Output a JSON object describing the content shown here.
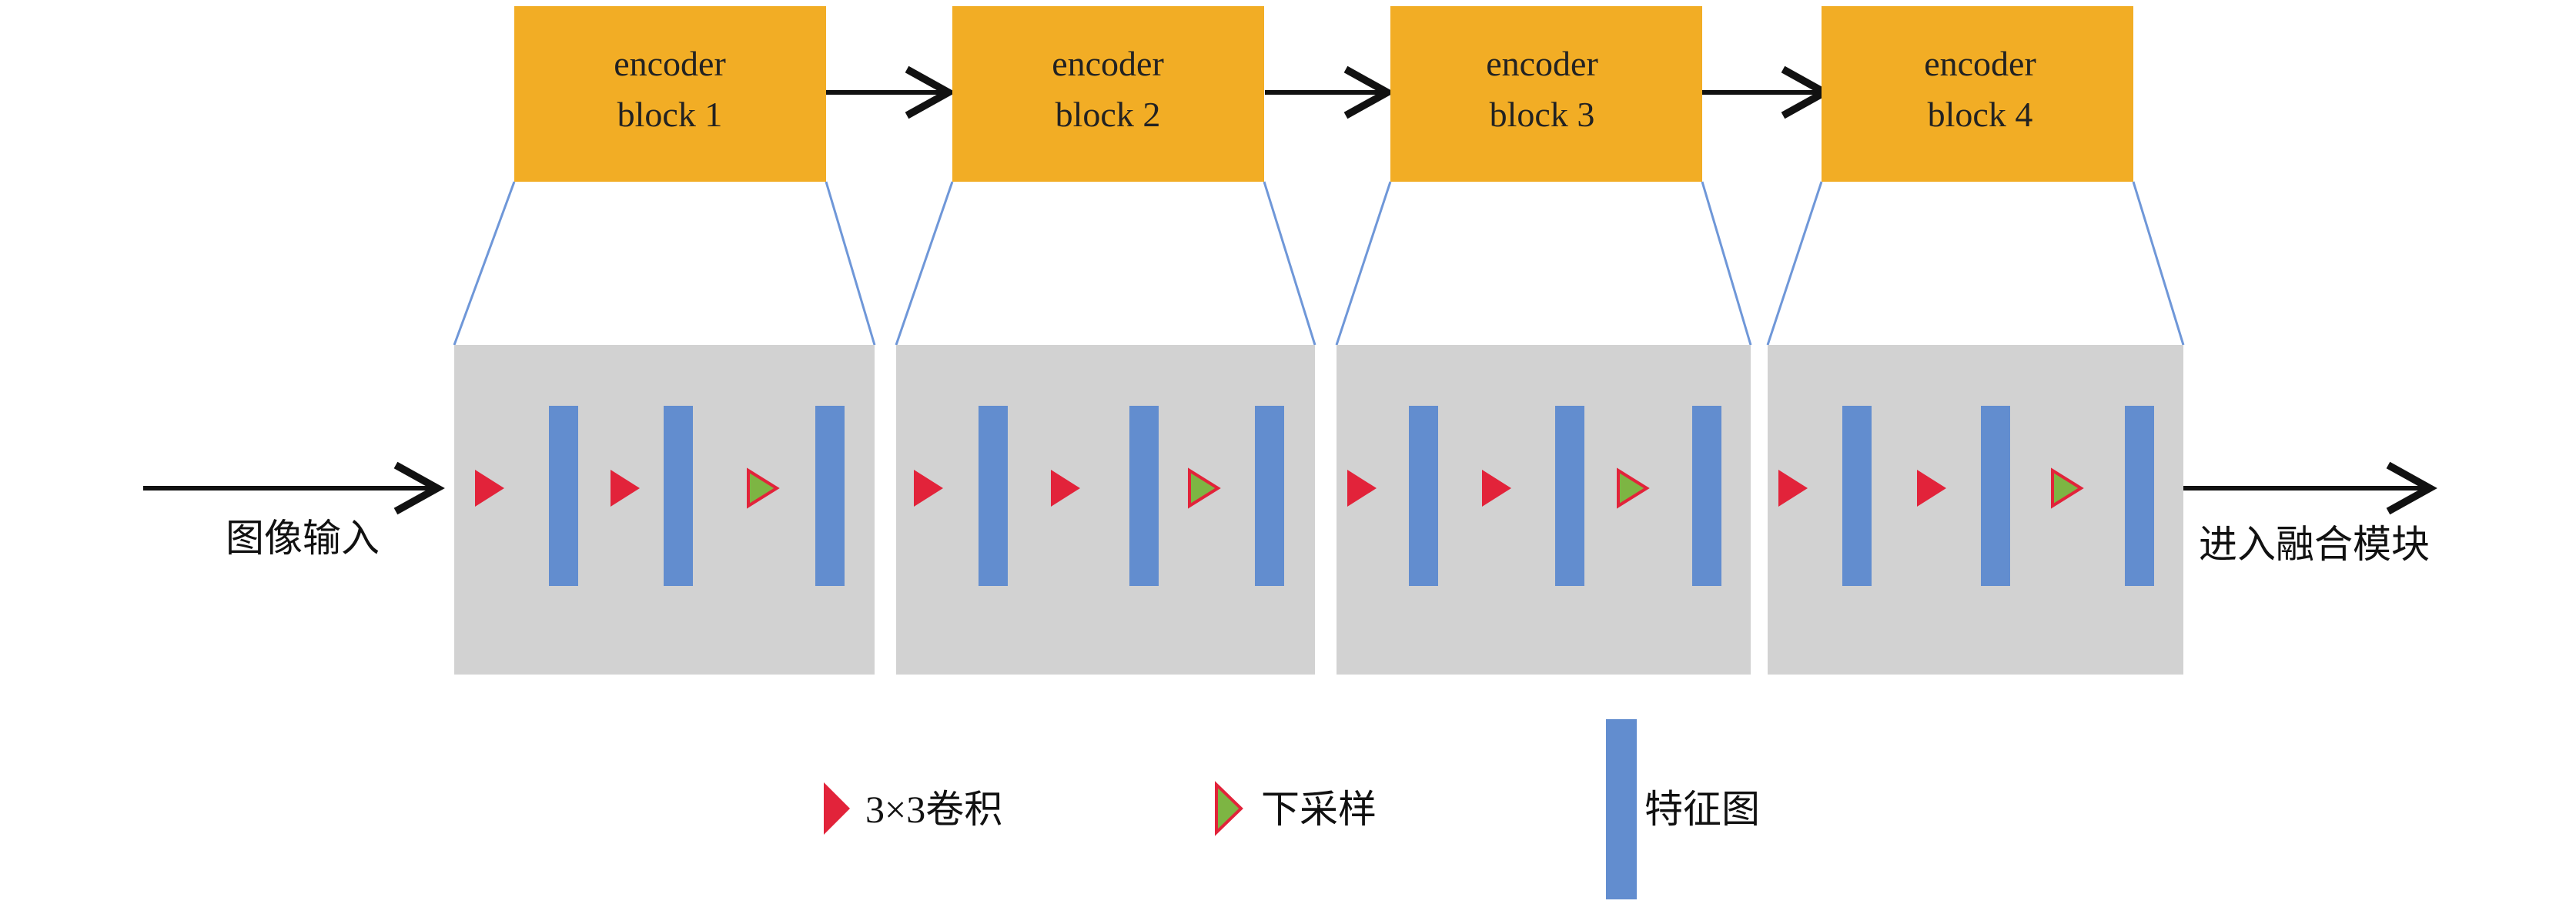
{
  "encoder_blocks": [
    {
      "line1": "encoder",
      "line2": "block 1"
    },
    {
      "line1": "encoder",
      "line2": "block 2"
    },
    {
      "line1": "encoder",
      "line2": "block 3"
    },
    {
      "line1": "encoder",
      "line2": "block 4"
    }
  ],
  "input_label": "图像输入",
  "output_label": "进入融合模块",
  "legend": {
    "conv_label": "3×3卷积",
    "downsample_label": "下采样",
    "feature_map_label": "特征图"
  },
  "colors": {
    "block_fill": "#F2AD25",
    "detail_fill": "#D2D2D2",
    "feature_map": "#628DCF",
    "conv": "#E2233A",
    "downsample": "#7DB543",
    "downsample_border": "#E2233A",
    "connector": "#6F97D8",
    "arrow": "#111111"
  }
}
